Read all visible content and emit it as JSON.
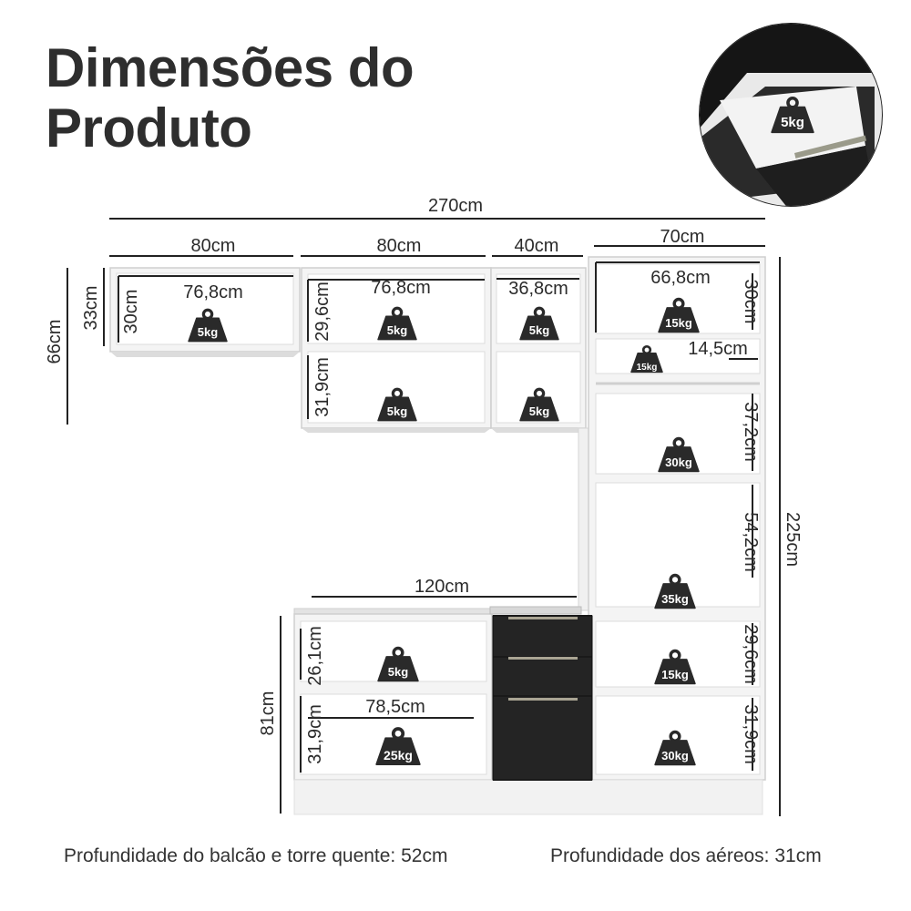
{
  "title": {
    "line1": "Dimensões do",
    "line2": "Produto"
  },
  "inset": {
    "weight": "5kg"
  },
  "dimensions": {
    "total_width": "270cm",
    "upper_left_width": "80cm",
    "upper_mid_width": "80cm",
    "upper_narrow_width": "40cm",
    "tower_width": "70cm",
    "upper_height": "66cm",
    "left_upper_height": "33cm",
    "counter_width": "120cm",
    "counter_height": "81cm",
    "total_height": "225cm"
  },
  "interior": {
    "u1_width": "76,8cm",
    "u1_height": "30cm",
    "u1_weight": "5kg",
    "u2_width": "76,8cm",
    "u2_top_height": "29,6cm",
    "u2_top_weight": "5kg",
    "u2_bottom_height": "31,9cm",
    "u2_bottom_weight": "5kg",
    "u3_width": "36,8cm",
    "u3_top_weight": "5kg",
    "u3_bottom_weight": "5kg",
    "t1_width": "66,8cm",
    "t1_height": "30cm",
    "t1_weight": "15kg",
    "t2_height": "14,5cm",
    "t2_weight": "15kg",
    "t3_height": "37,2cm",
    "t3_weight": "30kg",
    "t4_height": "54,2cm",
    "t4_weight": "35kg",
    "t5_height": "29,6cm",
    "t5_weight": "15kg",
    "t6_height": "31,9cm",
    "t6_weight": "30kg",
    "b1_height": "26,1cm",
    "b1_weight": "5kg",
    "b2_width": "78,5cm",
    "b2_height": "31,9cm",
    "b2_weight": "25kg"
  },
  "footer": {
    "left": "Profundidade do balcão e torre quente: 52cm",
    "right": "Profundidade dos aéreos: 31cm"
  },
  "colors": {
    "text": "#2b2b2b",
    "cabinet": "#f4f4f4",
    "drawer": "#1e1e1e",
    "weight_icon": "#2a2a2a"
  }
}
